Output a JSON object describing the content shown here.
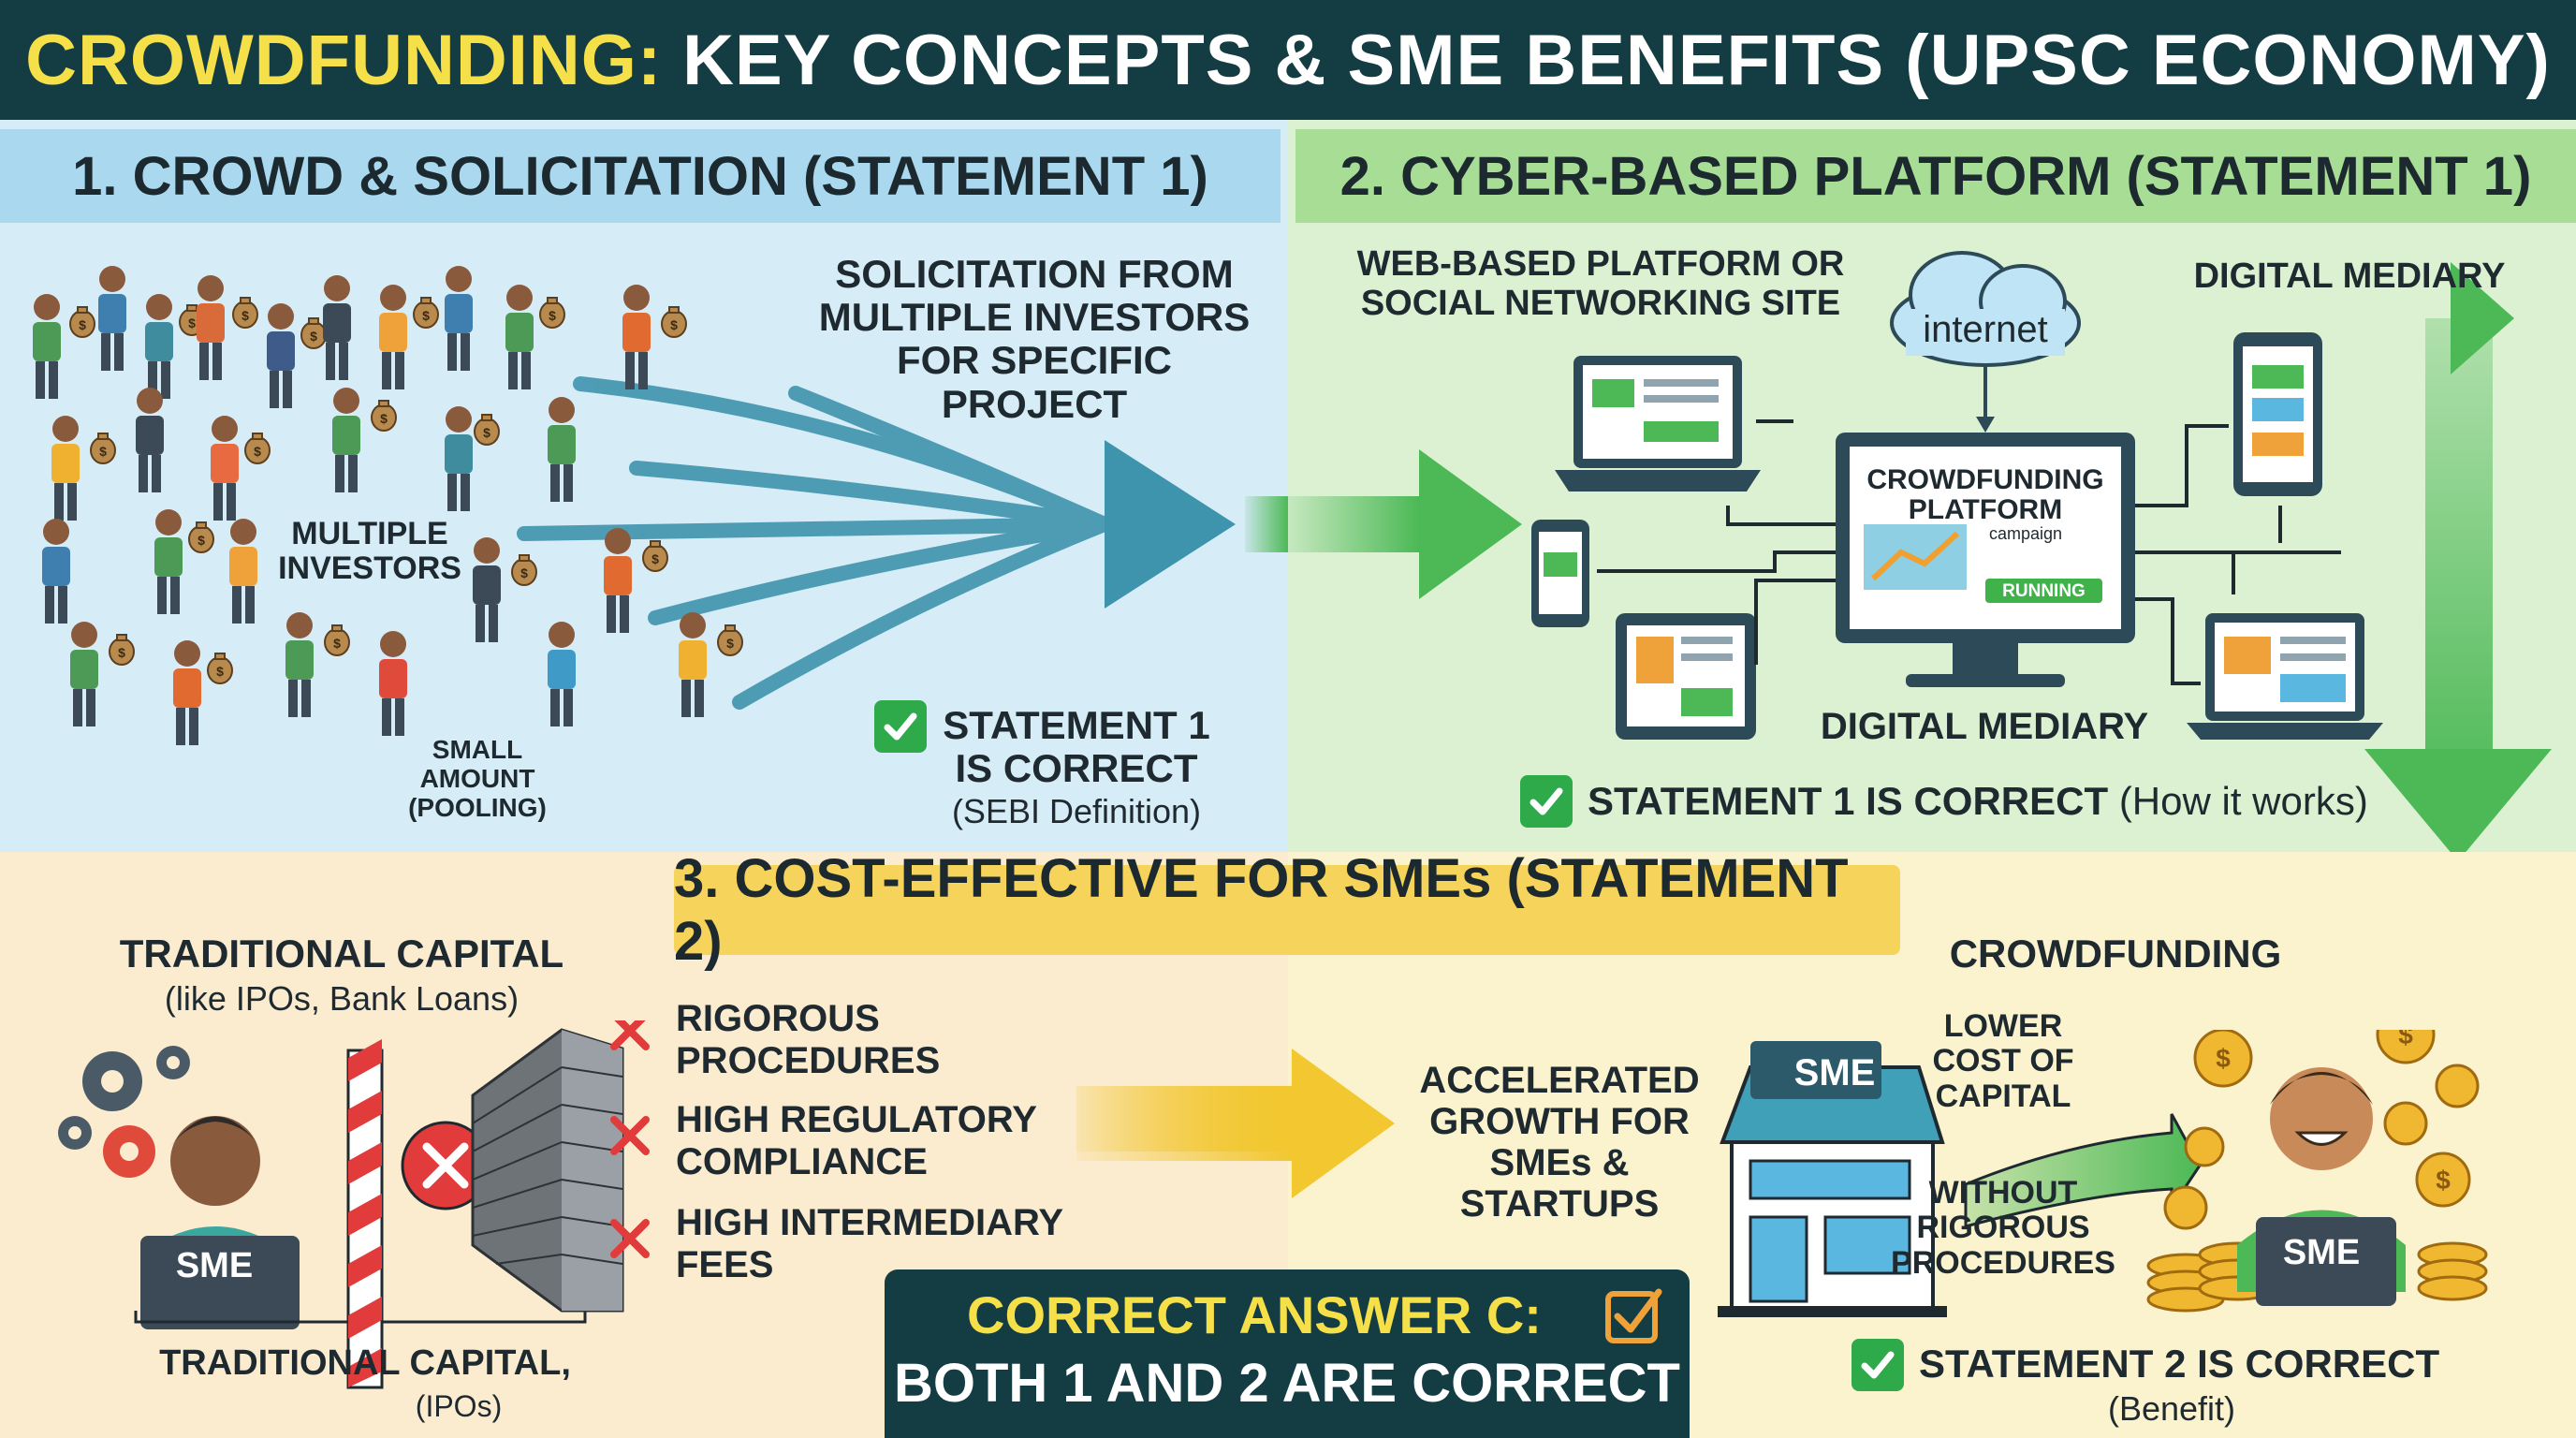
{
  "title": {
    "part1": "CROWDFUNDING:",
    "part2": "KEY CONCEPTS & SME BENEFITS (UPSC ECONOMY)"
  },
  "section1": {
    "header": "1. CROWD & SOLICITATION (STATEMENT 1)",
    "solicitation": "SOLICITATION FROM MULTIPLE INVESTORS FOR SPECIFIC PROJECT",
    "investors_label": "MULTIPLE INVESTORS",
    "small_amount": "SMALL AMOUNT",
    "pooling": "(POOLING)",
    "statement_line1": "STATEMENT 1",
    "statement_line2": "IS CORRECT",
    "statement_note": "(SEBI Definition)"
  },
  "section2": {
    "header": "2. CYBER-BASED PLATFORM (STATEMENT 1)",
    "web_platform": "WEB-BASED PLATFORM OR SOCIAL NETWORKING SITE",
    "internet": "internet",
    "digital_mediary_top": "DIGITAL MEDIARY",
    "platform_line1": "CROWDFUNDING",
    "platform_line2": "PLATFORM",
    "campaign": "campaign",
    "running": "RUNNING",
    "digital_mediary_bottom": "DIGITAL MEDIARY",
    "statement": "STATEMENT 1 IS CORRECT",
    "statement_note": "(How it works)"
  },
  "section3": {
    "header": "3. COST-EFFECTIVE FOR SMEs (STATEMENT 2)",
    "traditional_title": "TRADITIONAL CAPITAL",
    "traditional_sub": "(like IPOs, Bank Loans)",
    "sme": "SME",
    "barriers": [
      "RIGOROUS PROCEDURES",
      "HIGH REGULATORY COMPLIANCE",
      "HIGH INTERMEDIARY FEES"
    ],
    "traditional_bottom": "TRADITIONAL CAPITAL,",
    "traditional_bottom_sub": "(IPOs)"
  },
  "section4": {
    "crowdfunding": "CROWDFUNDING",
    "accelerated": "ACCELERATED GROWTH FOR SMEs & STARTUPS",
    "sme_building": "SME",
    "lower_cost": "LOWER COST OF CAPITAL",
    "without": "WITHOUT RIGOROUS PROCEDURES",
    "sme_person": "SME",
    "statement": "STATEMENT 2 IS CORRECT",
    "statement_note": "(Benefit)"
  },
  "answer": {
    "line1": "CORRECT ANSWER C:",
    "line2": "BOTH 1 AND 2 ARE CORRECT"
  },
  "colors": {
    "title_bg": "#133c43",
    "title_yellow": "#f6e04a",
    "panel1": "#d6ecf7",
    "panel2": "#dcf1d2",
    "panel3": "#fbebcf",
    "panel4": "#fbf3cd",
    "arrow_blue": "#3f94ad",
    "arrow_green": "#4cb956",
    "arrow_yellow": "#f2c730",
    "check_green": "#2faa4a",
    "cross_red": "#e23b3b"
  }
}
